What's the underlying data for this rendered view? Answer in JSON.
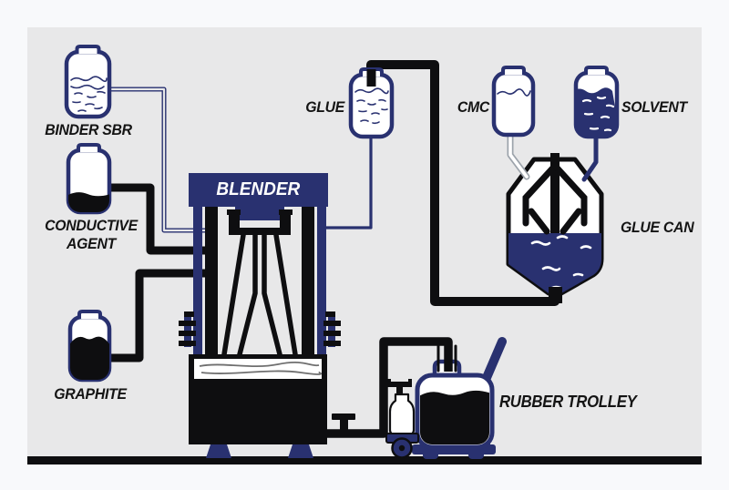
{
  "colors": {
    "navy": "#293170",
    "ink": "#0e0e10",
    "panel_bg": "#e8e8e9",
    "page_bg": "#f8f9fb",
    "wave_gray": "#6f6f6f",
    "tube_gray": "#9ca3ab"
  },
  "labels": {
    "binder_sbr": "BINDER SBR",
    "conductive_line1": "CONDUCTIVE",
    "conductive_line2": "AGENT",
    "graphite": "GRAPHITE",
    "blender": "BLENDER",
    "glue": "GLUE",
    "cmc": "CMC",
    "solvent": "SOLVENT",
    "glue_can": "GLUE CAN",
    "rubber_trolley": "RUBBER TROLLEY"
  },
  "process": {
    "type": "process-flow-diagram",
    "nodes": [
      {
        "name": "BINDER SBR",
        "kind": "supply-vessel",
        "content": "liquid-waves"
      },
      {
        "name": "CONDUCTIVE AGENT",
        "kind": "supply-vessel",
        "content": "black-powder"
      },
      {
        "name": "GRAPHITE",
        "kind": "supply-vessel",
        "content": "black-powder-mound"
      },
      {
        "name": "GLUE",
        "kind": "supply-vessel",
        "content": "liquid-waves"
      },
      {
        "name": "CMC",
        "kind": "supply-vessel",
        "content": "liquid-line"
      },
      {
        "name": "SOLVENT",
        "kind": "supply-vessel",
        "content": "navy-liquid"
      },
      {
        "name": "GLUE CAN",
        "kind": "mixing-tank",
        "content": "navy-liquid-with-agitator"
      },
      {
        "name": "BLENDER",
        "kind": "mixer-machine",
        "content": "slurry-tank"
      },
      {
        "name": "RUBBER TROLLEY",
        "kind": "hand-truck-with-drum",
        "content": "black-slurry"
      }
    ],
    "connections": [
      {
        "from": "BINDER SBR",
        "to": "BLENDER",
        "line": "thin-double-navy-line"
      },
      {
        "from": "CONDUCTIVE AGENT",
        "to": "BLENDER",
        "line": "black-pipe"
      },
      {
        "from": "GRAPHITE",
        "to": "BLENDER",
        "line": "black-pipe"
      },
      {
        "from": "GLUE CAN",
        "to": "GLUE",
        "line": "black-pipe"
      },
      {
        "from": "GLUE",
        "to": "BLENDER",
        "line": "navy-line"
      },
      {
        "from": "CMC",
        "to": "GLUE CAN",
        "line": "white-tube"
      },
      {
        "from": "SOLVENT",
        "to": "GLUE CAN",
        "line": "navy-tube"
      },
      {
        "from": "BLENDER",
        "to": "RUBBER TROLLEY",
        "line": "black-pipe-with-valve"
      }
    ]
  }
}
